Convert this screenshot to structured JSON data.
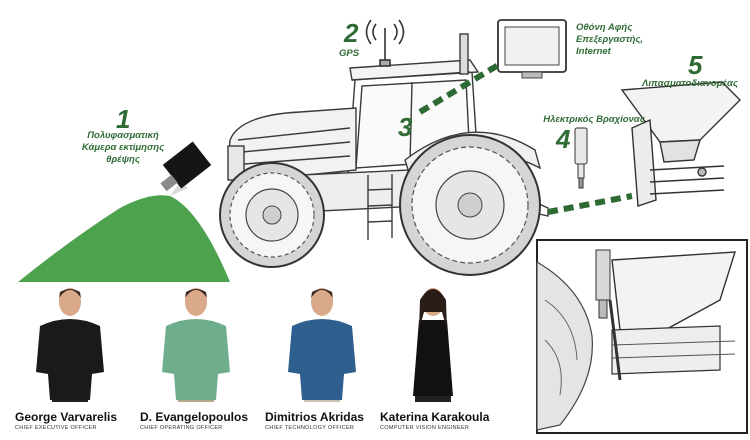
{
  "callouts": [
    {
      "number": "1",
      "lines": [
        "Πολυφασματική",
        "Κάμερα εκτίμησης",
        "θρέψης"
      ]
    },
    {
      "number": "2",
      "lines": [
        "GPS"
      ]
    },
    {
      "number": "3",
      "lines": [
        "Οθόνη Αφής",
        "Επεξεργαστής,",
        "Internet"
      ]
    },
    {
      "number": "4",
      "lines": [
        "Ηλεκτρικός Βραχίονας"
      ]
    },
    {
      "number": "5",
      "lines": [
        "Λιπασματοδιανομέας"
      ]
    }
  ],
  "team": [
    {
      "name": "George Varvarelis",
      "title": "CHIEF EXECUTIVE OFFICER",
      "shirt": "#1a1a1a"
    },
    {
      "name": "D. Evangelopoulos",
      "title": "CHIEF OPERATING OFFICER",
      "shirt": "#6fae8c"
    },
    {
      "name": "Dimitrios Akridas",
      "title": "CHIEF TECHNOLOGY OFFICER",
      "shirt": "#2f5f8e"
    },
    {
      "name": "Katerina Karakoula",
      "title": "COMPUTER VISION ENGINEER",
      "shirt": "#111111"
    }
  ],
  "colors": {
    "accent": "#2f6b35",
    "field": "#3d9a3e",
    "dash": "#2e6a33",
    "ink": "#3a3a3a"
  },
  "icons": [
    "gps-antenna-icon",
    "touch-screen-icon",
    "multispectral-camera-icon",
    "electric-arm-icon",
    "fertilizer-spreader-icon"
  ]
}
